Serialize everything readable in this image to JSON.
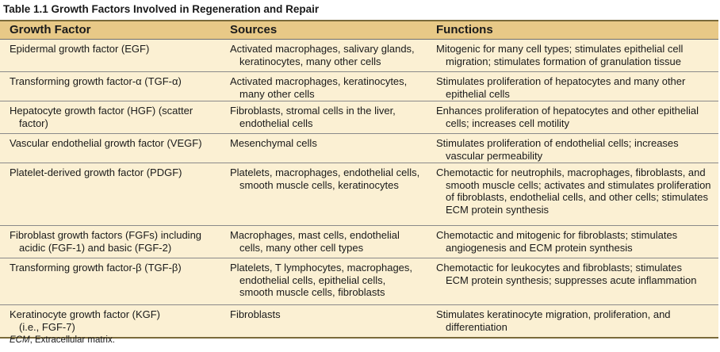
{
  "title": "Table 1.1 Growth Factors Involved in Regeneration and Repair",
  "columns": [
    "Growth Factor",
    "Sources",
    "Functions"
  ],
  "rows": [
    {
      "factor": [
        "Epidermal growth factor (EGF)"
      ],
      "sources": [
        "Activated macrophages, salivary glands,",
        "keratinocytes, many other cells"
      ],
      "functions": [
        "Mitogenic for many cell types; stimulates epithelial cell",
        "migration; stimulates formation of granulation tissue"
      ]
    },
    {
      "factor": [
        "Transforming growth factor-α (TGF-α)"
      ],
      "sources": [
        "Activated macrophages, keratinocytes,",
        "many other cells"
      ],
      "functions": [
        "Stimulates proliferation of hepatocytes and many other",
        "epithelial cells"
      ]
    },
    {
      "factor": [
        "Hepatocyte growth factor (HGF) (scatter",
        "factor)"
      ],
      "sources": [
        "Fibroblasts, stromal cells in the liver,",
        "endothelial cells"
      ],
      "functions": [
        "Enhances proliferation of hepatocytes and other epithelial",
        "cells; increases cell motility"
      ]
    },
    {
      "factor": [
        "Vascular endothelial growth factor (VEGF)"
      ],
      "sources": [
        "Mesenchymal cells"
      ],
      "functions": [
        "Stimulates proliferation of endothelial cells; increases",
        "vascular permeability"
      ]
    },
    {
      "factor": [
        "Platelet-derived growth factor (PDGF)"
      ],
      "sources": [
        "Platelets, macrophages, endothelial cells,",
        "smooth muscle cells, keratinocytes"
      ],
      "functions": [
        "Chemotactic for neutrophils, macrophages, fibroblasts, and",
        "smooth muscle cells; activates and stimulates proliferation",
        "of fibroblasts, endothelial cells, and other cells; stimulates",
        "ECM protein synthesis"
      ]
    },
    {
      "factor": [
        "Fibroblast growth factors (FGFs) including",
        "acidic (FGF-1) and basic (FGF-2)"
      ],
      "sources": [
        "Macrophages, mast cells, endothelial",
        "cells, many other cell types"
      ],
      "functions": [
        "Chemotactic and mitogenic for fibroblasts; stimulates",
        "angiogenesis and ECM protein synthesis"
      ]
    },
    {
      "factor": [
        "Transforming growth factor-β (TGF-β)"
      ],
      "sources": [
        "Platelets, T lymphocytes, macrophages,",
        "endothelial cells, epithelial cells,",
        "smooth muscle cells, fibroblasts"
      ],
      "functions": [
        "Chemotactic for leukocytes and fibroblasts; stimulates",
        "ECM protein synthesis; suppresses acute inflammation"
      ]
    },
    {
      "factor": [
        "Keratinocyte growth factor (KGF)",
        "(i.e., FGF-7)"
      ],
      "sources": [
        "Fibroblasts"
      ],
      "functions": [
        "Stimulates keratinocyte migration, proliferation, and",
        "differentiation"
      ]
    }
  ],
  "footnote": {
    "abbr": "ECM",
    "text": ", Extracellular matrix."
  }
}
